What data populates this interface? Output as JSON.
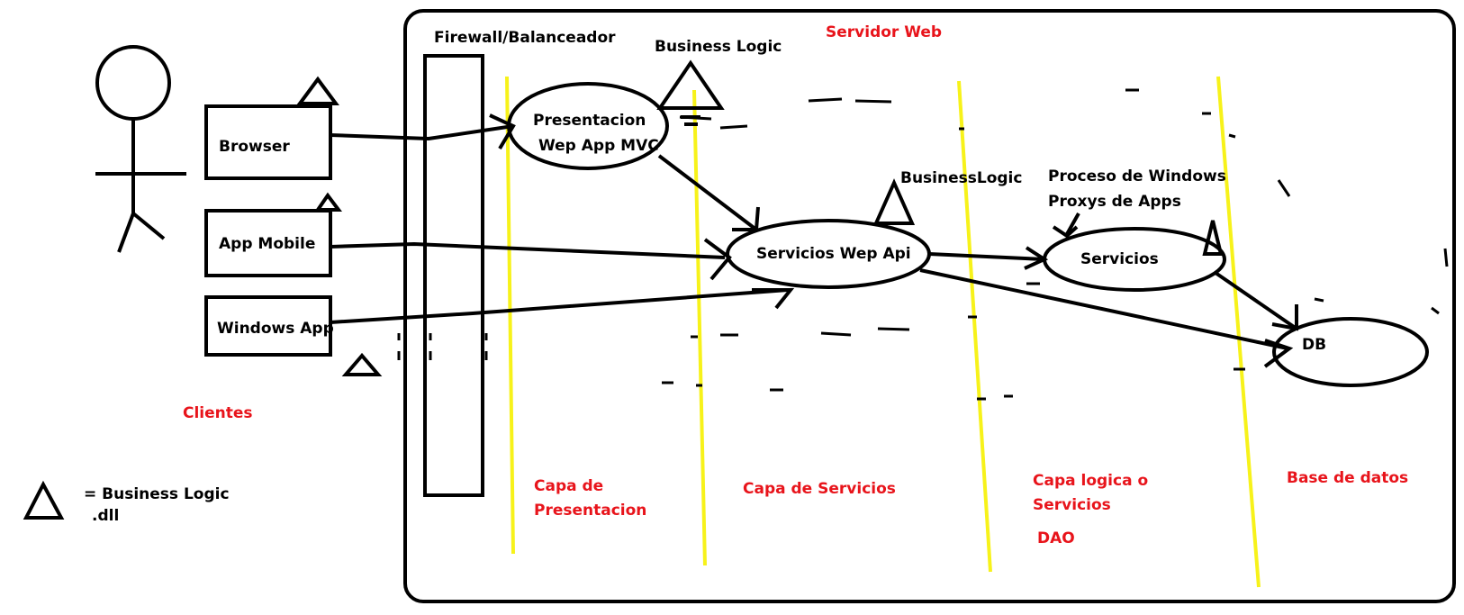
{
  "colors": {
    "ink": "#000000",
    "accent_red": "#e8141b",
    "layer_line": "#f7f21a"
  },
  "server": {
    "title": "Servidor Web",
    "firewall_label": "Firewall/Balanceador"
  },
  "actor": {
    "icon": "stick-figure-user",
    "group_label": "Clientes"
  },
  "clients": [
    {
      "label": "Browser"
    },
    {
      "label": "App Mobile"
    },
    {
      "label": "Windows App"
    }
  ],
  "nodes": {
    "presentation": {
      "line1": "Presentacion",
      "line2": "Wep App MVC"
    },
    "web_api": {
      "label": "Servicios Wep Api"
    },
    "services": {
      "label": "Servicios"
    },
    "db": {
      "label": "DB"
    }
  },
  "annotations": {
    "business_logic_top": "Business Logic",
    "business_logic_mid": "BusinessLogic",
    "windows_process_line1": "Proceso de Windows",
    "windows_process_line2": "Proxys de Apps"
  },
  "layers": [
    {
      "line1": "Capa de",
      "line2": "Presentacion"
    },
    {
      "line1": "Capa de Servicios",
      "line2": ""
    },
    {
      "line1": "Capa logica o",
      "line2": "Servicios",
      "line3": "DAO"
    },
    {
      "line1": "Base de datos",
      "line2": ""
    }
  ],
  "legend": {
    "icon": "triangle-icon",
    "text_line1": "= Business Logic",
    "text_line2": ".dll"
  }
}
